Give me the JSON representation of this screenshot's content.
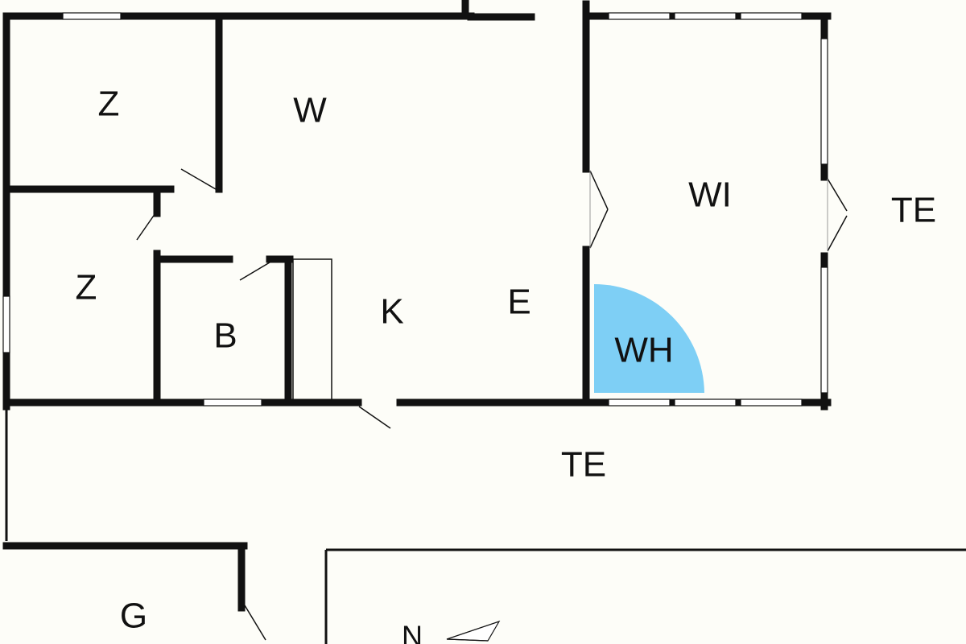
{
  "colors": {
    "background": "#fdfdf8",
    "wall": "#111111",
    "window": "#ffffff",
    "hot_tub": "#7ecff5"
  },
  "rooms": [
    {
      "id": "bedroom-1",
      "label": "Z"
    },
    {
      "id": "bedroom-2",
      "label": "Z"
    },
    {
      "id": "living",
      "label": "W"
    },
    {
      "id": "bathroom",
      "label": "B"
    },
    {
      "id": "kitchen",
      "label": "K"
    },
    {
      "id": "dining",
      "label": "E"
    },
    {
      "id": "winter-garden",
      "label": "WI"
    },
    {
      "id": "hot-tub",
      "label": "WH"
    },
    {
      "id": "terrace-east",
      "label": "TE"
    },
    {
      "id": "terrace-south",
      "label": "TE"
    },
    {
      "id": "garage",
      "label": "G"
    }
  ],
  "compass": {
    "label": "N",
    "icon": "north-arrow-icon"
  }
}
